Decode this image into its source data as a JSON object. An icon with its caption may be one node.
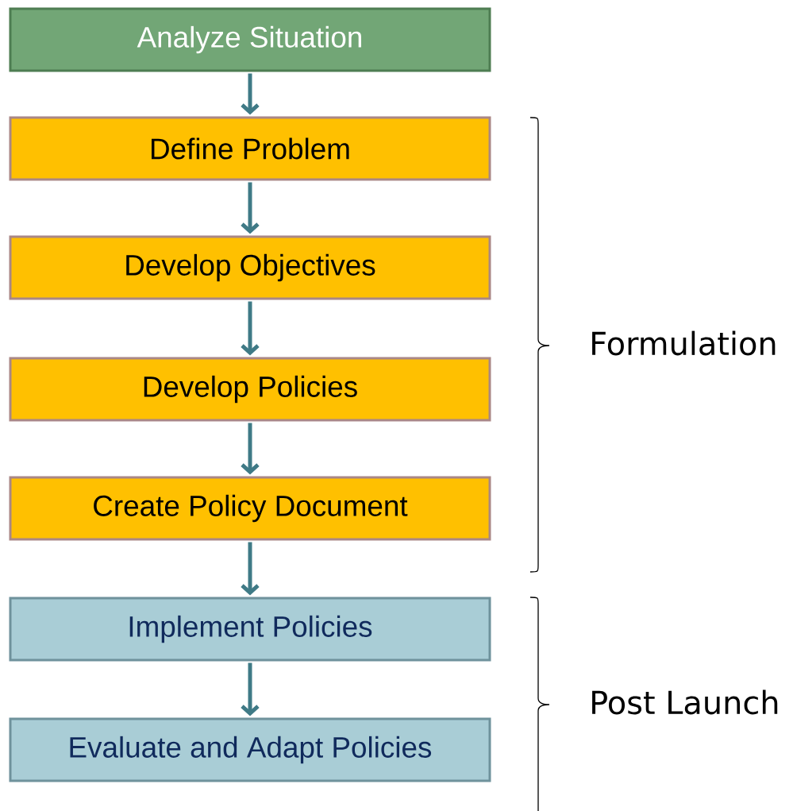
{
  "diagram": {
    "nodes": [
      {
        "text": [
          "Analyze Situation"
        ]
      },
      {
        "text": [
          "Define Problem"
        ]
      },
      {
        "text": [
          "Develop Objectives"
        ]
      },
      {
        "text": [
          "Develop Policies"
        ]
      },
      {
        "text": [
          "Create Policy Document"
        ]
      },
      {
        "text": [
          "Implement Policies"
        ]
      },
      {
        "text": [
          "Evaluate and Adapt Policies"
        ]
      }
    ],
    "edges": [
      {
        "from": 0,
        "to": 1,
        "arrow": "to"
      },
      {
        "from": 1,
        "to": 2,
        "arrow": "to"
      },
      {
        "from": 2,
        "to": 3,
        "arrow": "to"
      },
      {
        "from": 3,
        "to": 4,
        "arrow": "to"
      },
      {
        "from": 4,
        "to": 5,
        "arrow": "to"
      },
      {
        "from": 5,
        "to": 6,
        "arrow": "to"
      }
    ],
    "labels": [
      "Formulation",
      "Post Launch"
    ]
  }
}
